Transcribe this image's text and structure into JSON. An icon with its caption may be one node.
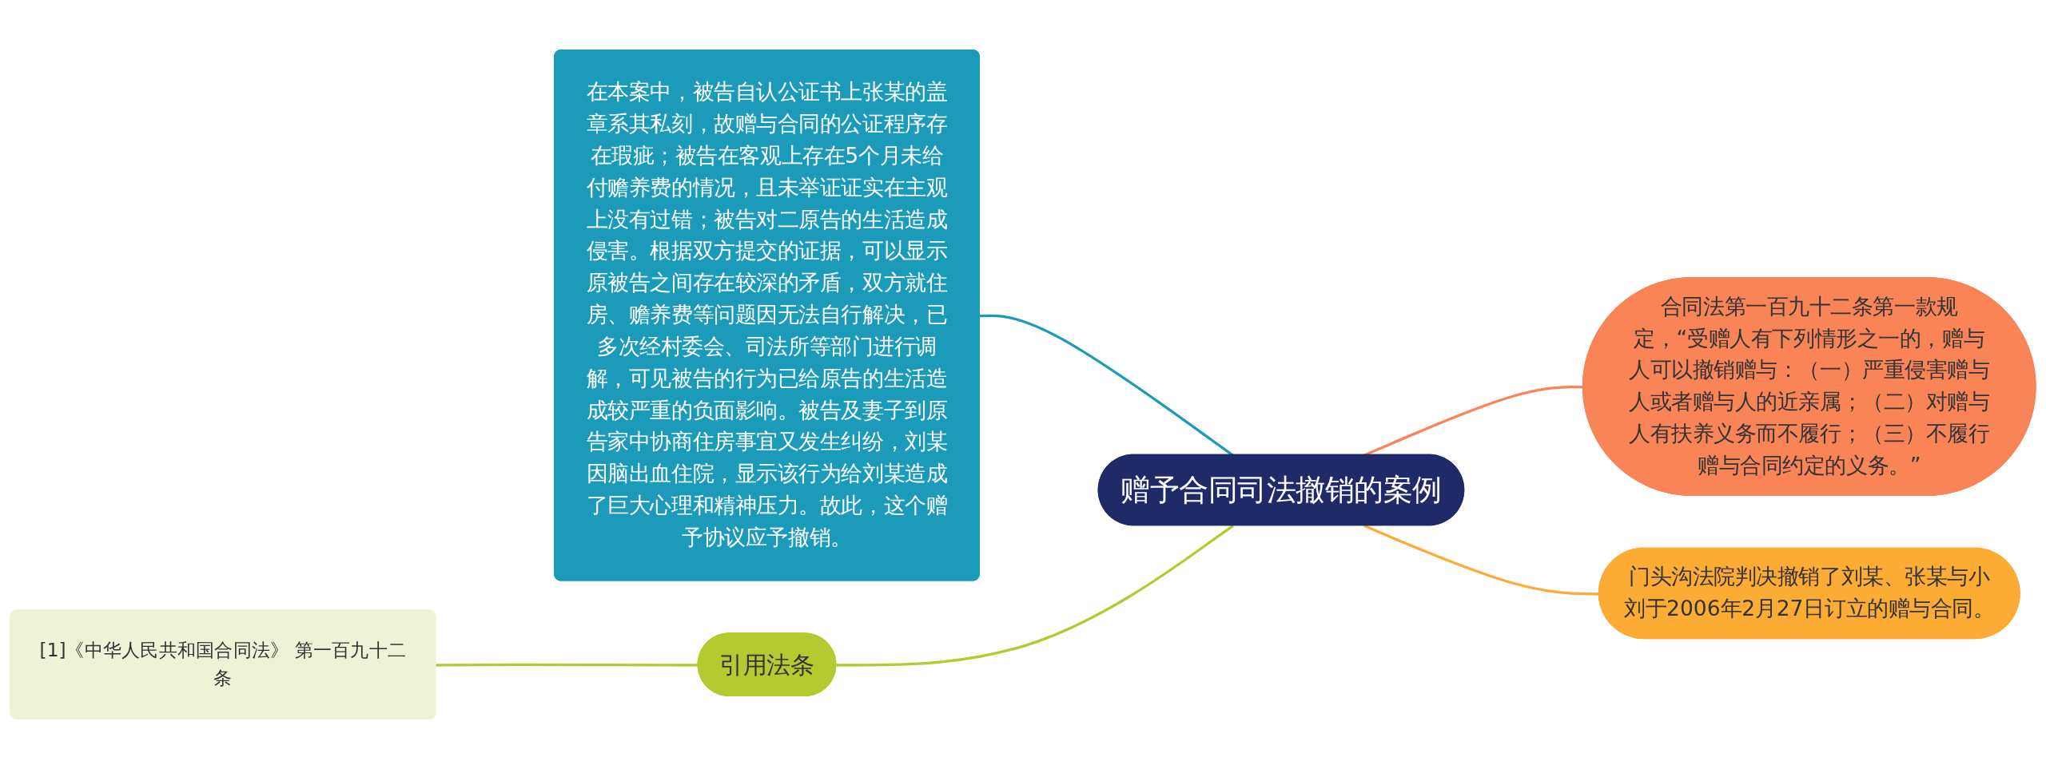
{
  "diagram": {
    "nodes": [
      {
        "text": [
          "赠予合同司法撤销的案例"
        ]
      },
      {
        "text": [
          "在本案中，被告自认公证书上张某的盖章系其私刻，故赠与合同的公证程序存在瑕疵；被告在客观上存在5个月未给付赡养费的情况，且未举证证实在主观上没有过错；被告对二原告的生活造成侵害。根据双方提交的证据，可以显示原被告之间存在较深的矛盾，双方就住房、赡养费等问题因无法自行解决，已多次经村委会、司法所等部门进行调解，可见被告的行为已给原告的生活造成较严重的负面影响。被告及妻子到原告家中协商住房事宜又发生纠纷，刘某因脑出血住院，显示该行为给刘某造成了巨大心理和精神压力。故此，这个赠予协议应予撤销。"
        ]
      },
      {
        "text": [
          "合同法第一百九十二条第一款规定，“受赠人有下列情形之一的，赠与人可以撤销赠与：（一）严重侵害赠与人或者赠与人的近亲属；（二）对赠与人有扶养义务而不履行；（三）不履行赠与合同约定的义务。”"
        ]
      },
      {
        "text": [
          "门头沟法院判决撤销了刘某、张某与小刘于2006年2月27日订立的赠与合同。"
        ]
      },
      {
        "text": [
          "引用法条"
        ]
      },
      {
        "text": [
          "[1]《中华人民共和国合同法》 第一百九十二条"
        ]
      }
    ],
    "edges": [
      {
        "from": 1,
        "to": 0,
        "arrow": "none",
        "color": "#1b9bb9"
      },
      {
        "from": 0,
        "to": 2,
        "arrow": "none",
        "color": "#f88458"
      },
      {
        "from": 0,
        "to": 3,
        "arrow": "none",
        "color": "#fcab35"
      },
      {
        "from": 5,
        "to": 4,
        "arrow": "none"
      },
      {
        "from": 4,
        "to": 0,
        "arrow": "none"
      }
    ]
  }
}
